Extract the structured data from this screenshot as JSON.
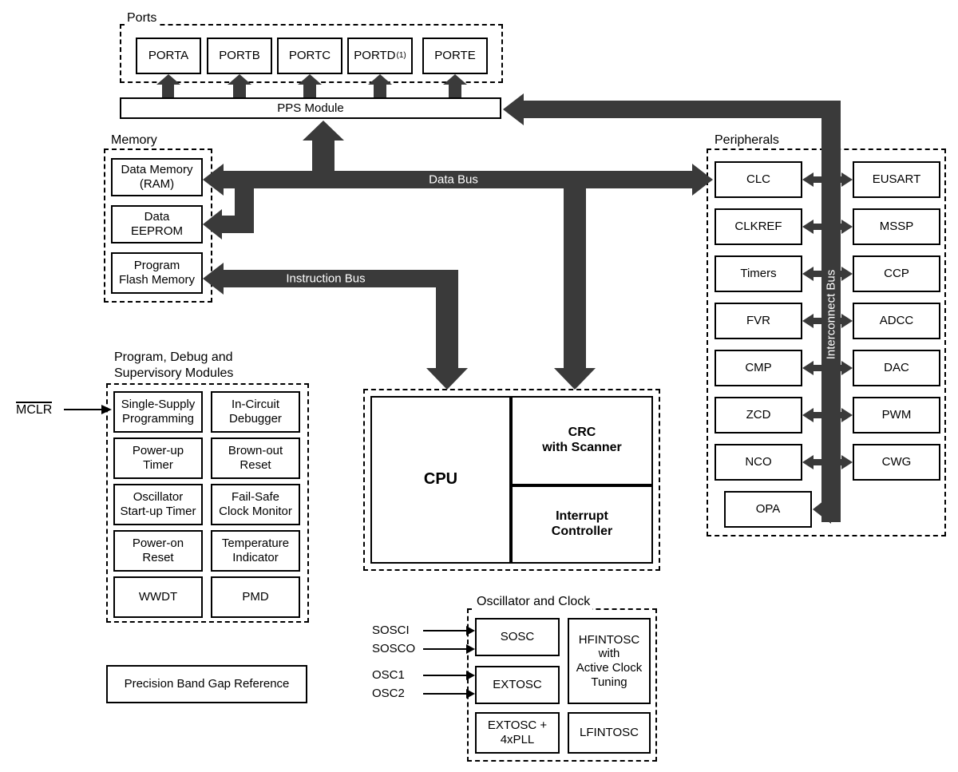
{
  "colors": {
    "bus": "#3a3a3a",
    "line": "#000000",
    "box_background": "#ffffff",
    "bus_label_text": "#ffffff"
  },
  "ports": {
    "group_label": "Ports",
    "items": [
      "PORTA",
      "PORTB",
      "PORTC",
      "PORTD",
      "PORTE"
    ],
    "portd_note": "(1)"
  },
  "pps_module": {
    "label": "PPS Module"
  },
  "memory": {
    "group_label": "Memory",
    "items": [
      "Data Memory\n(RAM)",
      "Data\nEEPROM",
      "Program\nFlash Memory"
    ]
  },
  "buses": {
    "data_bus": "Data Bus",
    "instruction_bus": "Instruction Bus",
    "interconnect_bus": "Interconnect Bus"
  },
  "cpu_block": {
    "cpu": "CPU",
    "crc": "CRC\nwith Scanner",
    "interrupt": "Interrupt\nController"
  },
  "peripherals": {
    "group_label": "Peripherals",
    "left_column": [
      "CLC",
      "CLKREF",
      "Timers",
      "FVR",
      "CMP",
      "ZCD",
      "NCO",
      "OPA"
    ],
    "right_column": [
      "EUSART",
      "MSSP",
      "CCP",
      "ADCC",
      "DAC",
      "PWM",
      "CWG"
    ]
  },
  "debug_modules": {
    "group_label": "Program, Debug and\nSupervisory Modules",
    "left_column": [
      "Single-Supply\nProgramming",
      "Power-up\nTimer",
      "Oscillator\nStart-up Timer",
      "Power-on\nReset",
      "WWDT"
    ],
    "right_column": [
      "In-Circuit\nDebugger",
      "Brown-out\nReset",
      "Fail-Safe\nClock Monitor",
      "Temperature\nIndicator",
      "PMD"
    ]
  },
  "mclr": {
    "label": "MCLR"
  },
  "band_gap": {
    "label": "Precision Band Gap Reference"
  },
  "oscillator": {
    "group_label": "Oscillator and Clock",
    "boxes": {
      "sosc": "SOSC",
      "extosc": "EXTOSC",
      "extosc_pll": "EXTOSC +\n4xPLL",
      "hfintosc": "HFINTOSC\nwith\nActive Clock\nTuning",
      "lfintosc": "LFINTOSC"
    },
    "inputs": [
      "SOSCI",
      "SOSCO",
      "OSC1",
      "OSC2"
    ]
  }
}
